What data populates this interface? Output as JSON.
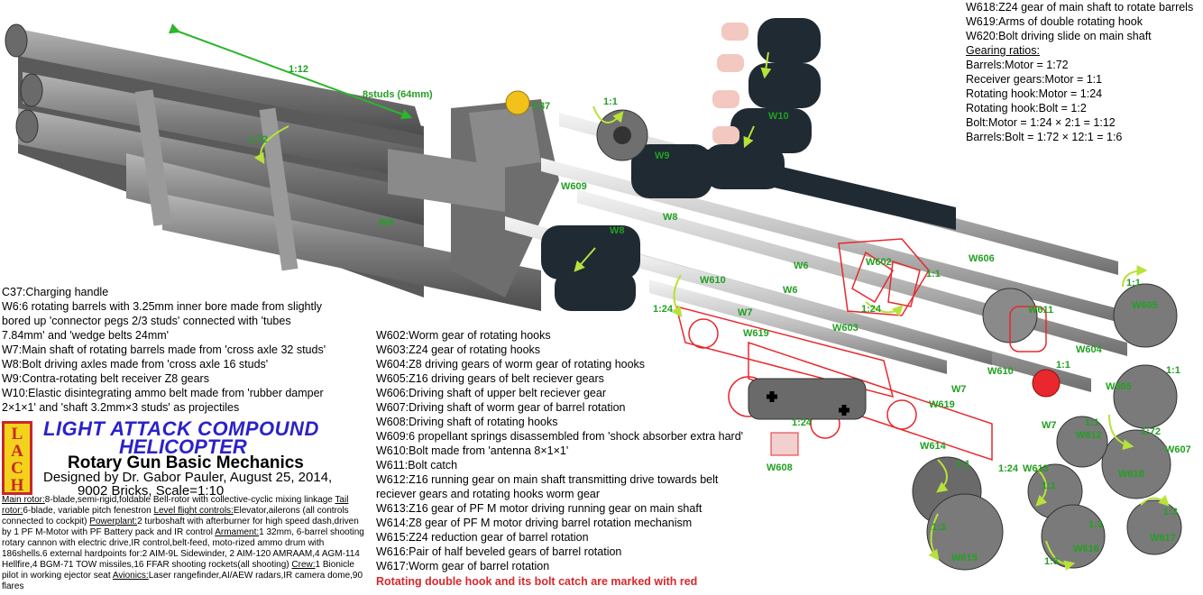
{
  "legend_left": [
    "C37:Charging handle",
    "W6:6 rotating barrels with 3.25mm inner bore made from slightly",
    "bored up 'connector pegs 2/3 studs' connected with 'tubes",
    "7.84mm' and 'wedge belts 24mm'",
    "W7:Main shaft of rotating barrels made from 'cross axle 32 studs'",
    "W8:Bolt driving axles made from 'cross axle 16 studs'",
    "W9:Contra-rotating belt receiver Z8 gears",
    "W10:Elastic disintegrating ammo belt made from 'rubber damper",
    "2×1×1' and 'shaft 3.2mm×3 studs' as projectiles"
  ],
  "legend_mid": [
    "W602:Worm gear of rotating hooks",
    "W603:Z24 gear of rotating hooks",
    "W604:Z8 driving gears of worm gear of rotating hooks",
    "W605:Z16 driving gears of belt reciever gears",
    "W606:Driving shaft of upper belt reciever gear",
    "W607:Driving shaft of worm gear of barrel rotation",
    "W608:Driving shaft of rotating hooks",
    "W609:6 propellant springs disassembled from 'shock absorber extra hard'",
    "W610:Bolt made from 'antenna 8×1×1'",
    "W611:Bolt catch",
    "W612:Z16 running gear on main shaft transmitting drive towards belt",
    "reciever gears and rotating hooks worm gear",
    "W613:Z16 gear of PF M motor driving running gear on main shaft",
    "W614:Z8 gear of PF M motor driving barrel rotation mechanism",
    "W615:Z24 reduction gear of barrel rotation",
    "W616:Pair of half beveled gears of barrel rotation",
    "W617:Worm gear of barrel rotation"
  ],
  "red_note": "Rotating double hook and its bolt catch are marked with red",
  "legend_right": {
    "lines_top": [
      "W618:Z24 gear of main shaft to rotate barrels",
      "W619:Arms of double rotating hook",
      "W620:Bolt driving slide on main shaft"
    ],
    "ratios_heading": "Gearing ratios:",
    "ratios": [
      "Barrels:Motor = 1:72",
      "Receiver gears:Motor = 1:1",
      "Rotating hook:Motor = 1:24",
      "Rotating hook:Bolt = 1:2",
      "Bolt:Motor = 1:24 × 2:1 = 1:12",
      "Barrels:Bolt = 1:72 × 12:1 = 1:6"
    ]
  },
  "title": {
    "logo_letters": [
      "L",
      "A",
      "C",
      "H"
    ],
    "line1": "LIGHT ATTACK COMPOUND",
    "line2": "HELICOPTER",
    "subtitle": "Rotary Gun Basic Mechanics",
    "designer": "Designed by Dr. Gabor Pauler, August 25, 2014,",
    "bricks": "9002 Bricks, Scale=1:10"
  },
  "specs": {
    "main_rotor_label": "Main rotor:",
    "main_rotor_text": "8-blade,semi-rigid,foldable Bell-rotor with collective-cyclic mixing linkage",
    "tail_rotor_label": "Tail rotor:",
    "tail_rotor_text": "6-blade, variable pitch fenestron",
    "flight_label": "Level flight controls:",
    "flight_text": "Elevator,ailerons (all controls connected to cockpit)",
    "powerplant_label": "Powerplant:",
    "powerplant_text": "2 turboshaft with afterburner for high speed dash,driven by 1 PF M-Motor with PF Battery pack and IR control",
    "armament_label": "Armament:",
    "armament_text": "1 32mm, 6-barrel shooting rotary cannon with electric drive,IR control,belt-feed, moto-rized ammo drum with 186shells.6 external hardpoints for:2 AIM-9L Sidewinder, 2 AIM-120 AMRAAM,4 AGM-114 Hellfire,4 BGM-71 TOW missiles,16 FFAR shooting rockets(all shooting)",
    "crew_label": "Crew:",
    "crew_text": "1 Bionicle pilot in working ejector seat",
    "avionics_label": "Avionics:",
    "avionics_text": "Laser rangefinder,AI/AEW radars,IR camera dome,90 flares"
  },
  "diagram_labels": {
    "barrel_length_ratio": "1:12",
    "barrel_length": "8studs (64mm)",
    "c37": "C37",
    "barrel_ratio": "1:72",
    "w6": "W6",
    "w10": "W10",
    "w9": "W9",
    "w609": "W609",
    "w8a": "W8",
    "w8b": "W8",
    "w7a": "W7",
    "w7b": "W7",
    "w7c": "W7",
    "w6b": "W6",
    "w6c": "W6",
    "w610a": "W610",
    "w610b": "W610",
    "w606": "W606",
    "w602": "W602",
    "w603": "W603",
    "w611": "W611",
    "w604": "W604",
    "w605a": "W605",
    "w605b": "W605",
    "w612": "W612",
    "w607": "W607",
    "w618": "W618",
    "w613": "W613",
    "w614": "W614",
    "w615": "W615",
    "w616": "W616",
    "w617": "W617",
    "w619a": "W619",
    "w619b": "W619",
    "w608": "W608",
    "r1_1a": "1:1",
    "r1_1b": "1:1",
    "r1_1c": "1:1",
    "r1_1d": "1:1",
    "r1_1e": "1:1",
    "r1_1f": "1:1",
    "r1_1g": "1:1",
    "r1_1h": "1:1",
    "r1_24a": "1:24",
    "r1_24b": "1:24",
    "r1_24c": "1:24",
    "r1_24d": "1:24",
    "r1_72": "1:72",
    "r1_3a": "1:3",
    "r1_3b": "1:3",
    "r1_3c": "1:3",
    "r1_3d": "1:3"
  },
  "colors": {
    "label_green": "#22a022",
    "title_blue": "#2b22c8",
    "note_red": "#d8282c",
    "part_gray": "#8c8c8c",
    "part_dark": "#1f2a33",
    "highlight_red": "#e8282c",
    "logo_red": "#c8282c",
    "logo_yellow": "#f2d21a"
  }
}
